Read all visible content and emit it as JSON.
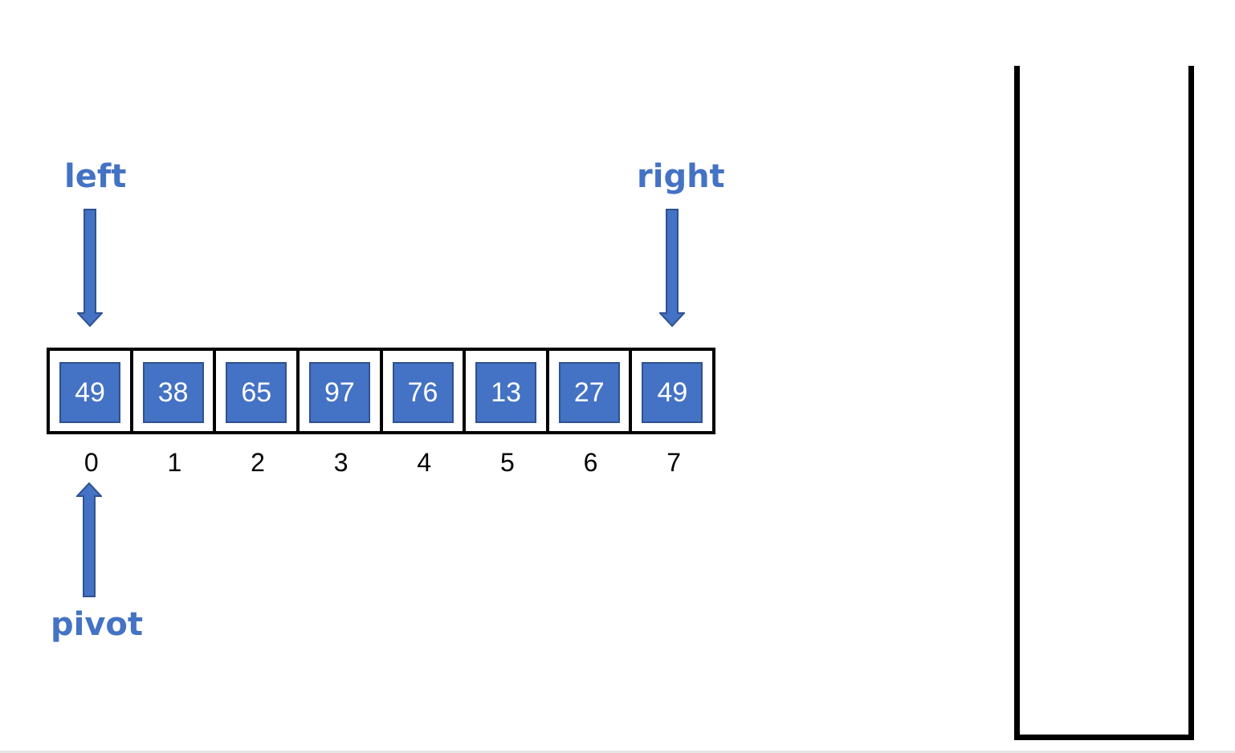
{
  "pointers": {
    "left": "left",
    "right": "right",
    "pivot": "pivot"
  },
  "array": {
    "values": [
      "49",
      "38",
      "65",
      "97",
      "76",
      "13",
      "27",
      "49"
    ],
    "indices": [
      "0",
      "1",
      "2",
      "3",
      "4",
      "5",
      "6",
      "7"
    ]
  },
  "colors": {
    "accent": "#4472c4",
    "accent_border": "#2f528f",
    "outline": "#000000"
  }
}
